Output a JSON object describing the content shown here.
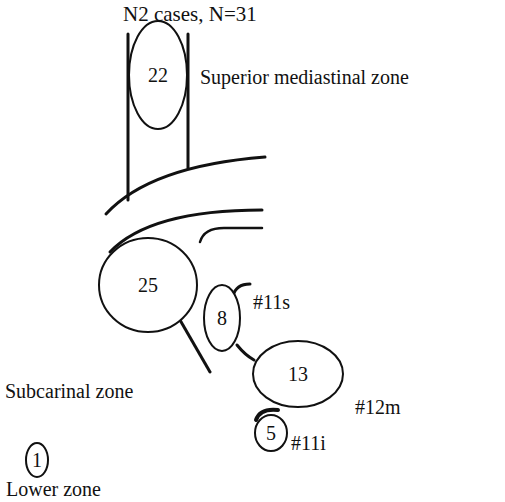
{
  "diagram": {
    "title": "N2 cases, N=31",
    "nodes": [
      {
        "text": [
          "22"
        ]
      },
      {
        "text": [
          "25"
        ]
      },
      {
        "text": [
          "8"
        ]
      },
      {
        "text": [
          "13"
        ]
      },
      {
        "text": [
          "5"
        ]
      },
      {
        "text": [
          "1"
        ]
      }
    ],
    "labels": [
      "Superior mediastinal zone",
      "#11s",
      "Subcarinal zone",
      "#12m",
      "#11i",
      "Lower zone"
    ]
  }
}
